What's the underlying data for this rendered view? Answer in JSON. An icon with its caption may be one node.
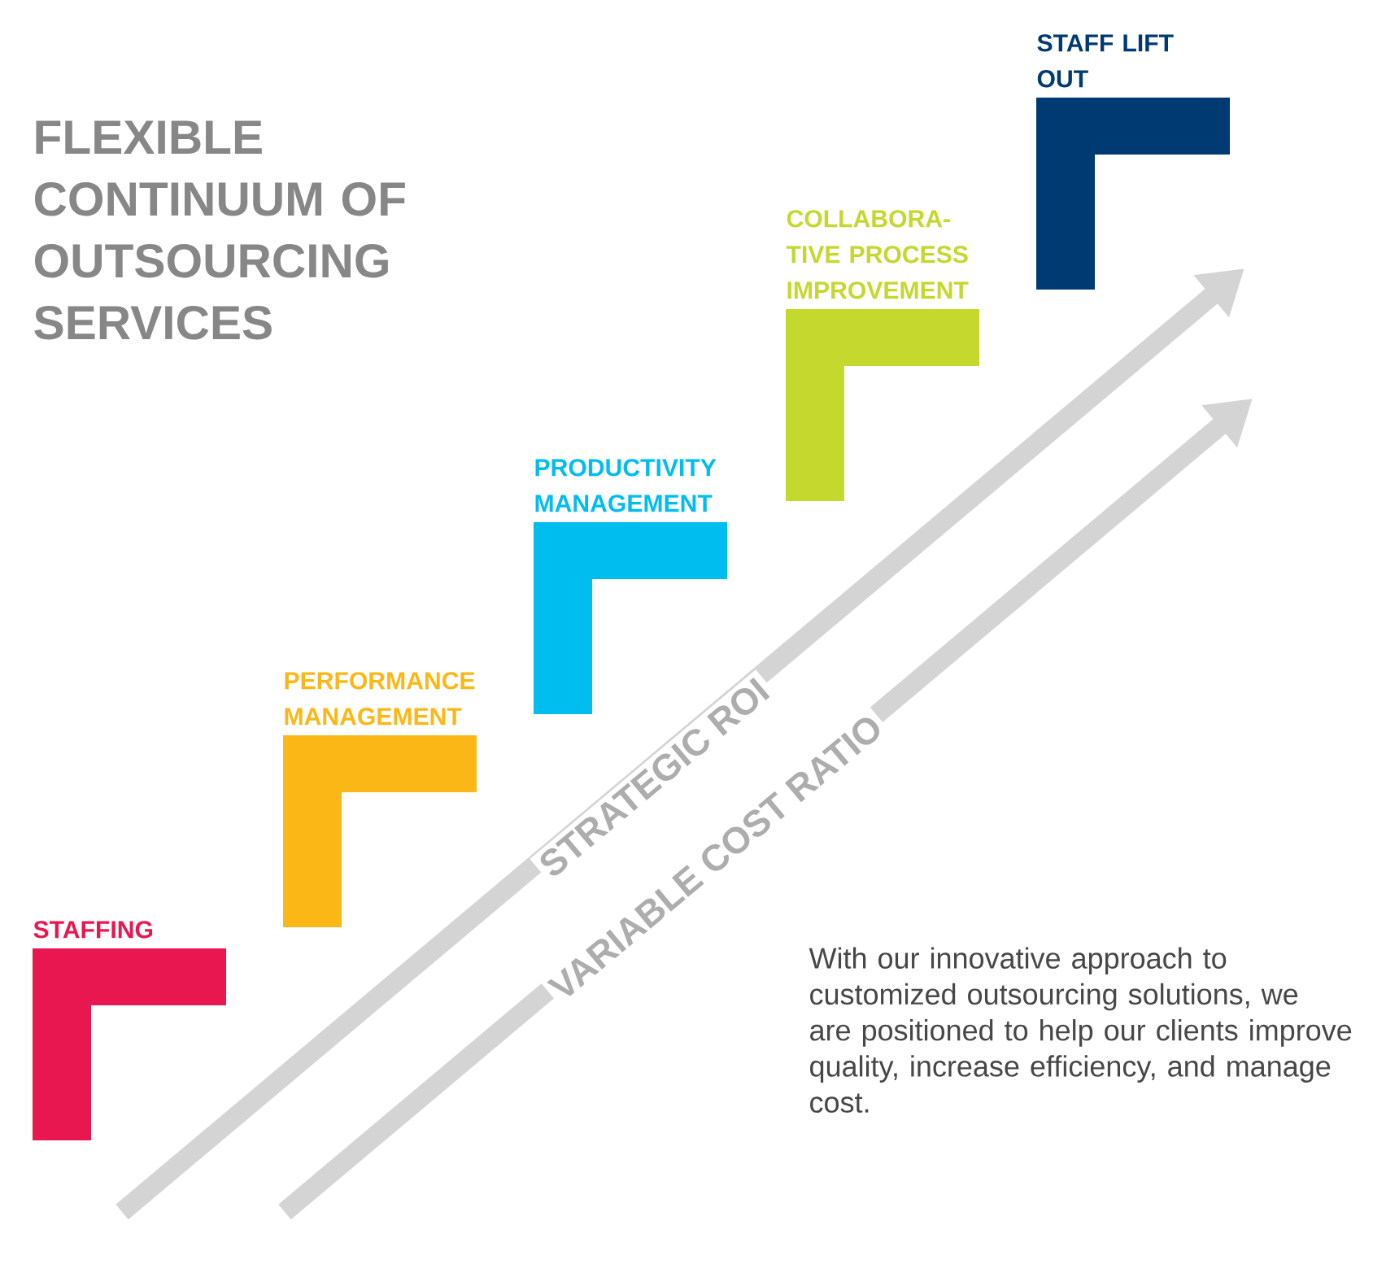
{
  "diagram": {
    "title": "FLEXIBLE CONTINUUM OF OUTSOURCING SERVICES",
    "nodes": [
      {
        "text": [
          "STAFFING"
        ]
      },
      {
        "text": [
          "PERFORMANCE MANAGEMENT"
        ]
      },
      {
        "text": [
          "PRODUCTIVITY MANAGEMENT"
        ]
      },
      {
        "text": [
          "COLLABORA- TIVE PROCESS IMPROVEMENT"
        ]
      },
      {
        "text": [
          "STAFF LIFT OUT"
        ]
      }
    ],
    "labels": [
      "STRATEGIC ROI",
      "VARIABLE COST RATIO",
      "With our innovative approach to customized outsourcing solutions, we are positioned to help our clients improve quality, increase efficiency, and manage cost."
    ]
  }
}
